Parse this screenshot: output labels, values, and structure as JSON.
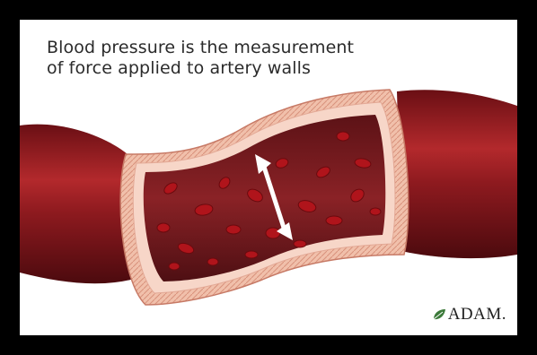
{
  "caption": {
    "line1": "Blood pressure is the measurement",
    "line2": "of force applied to artery walls"
  },
  "logo": {
    "text": "ADAM.",
    "icon": "leaf-icon"
  },
  "illustration": {
    "subject": "artery cross-section with red blood cells",
    "arrow": "double-headed pressure arrow",
    "colors": {
      "vessel": "#8e1a1f",
      "vessel_highlight": "#c13a3c",
      "wall": "#f0b8a4",
      "lumen": "#7a1a1e",
      "cell": "#b0141b",
      "arrow": "#ffffff"
    }
  }
}
